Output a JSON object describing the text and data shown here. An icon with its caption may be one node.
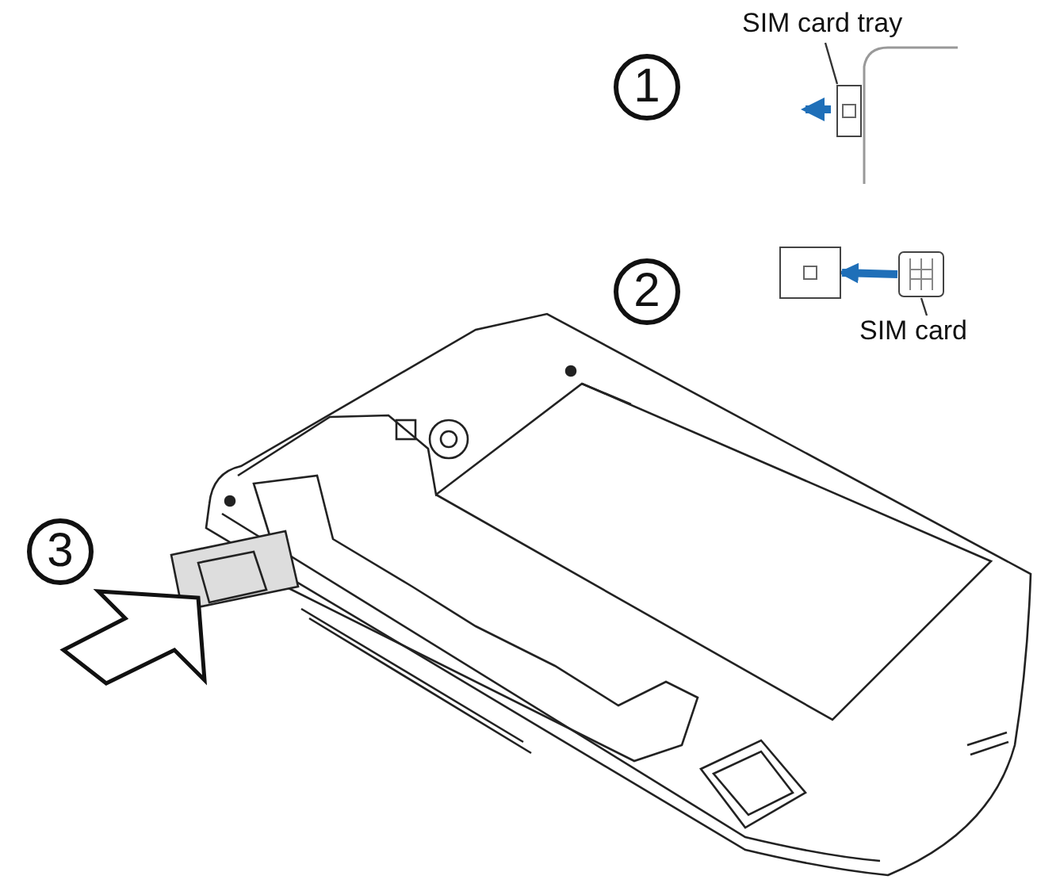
{
  "diagram": {
    "nodes": [
      {
        "text": [
          "SIM card tray"
        ]
      },
      {
        "text": [],
        "shape": "box"
      },
      {
        "text": [],
        "shape": "box"
      },
      {
        "text": [],
        "shape": "box"
      },
      {
        "text": [
          "SIM card"
        ]
      }
    ],
    "edges": [
      {
        "from": 0,
        "to": 1,
        "arrow": "none"
      },
      {
        "from": 3,
        "to": 2,
        "arrow": "to",
        "style": "thick",
        "color": "#1f6fb8"
      },
      {
        "from": 4,
        "to": 3,
        "arrow": "none"
      }
    ],
    "labels": [
      "1",
      "2",
      "3"
    ]
  }
}
